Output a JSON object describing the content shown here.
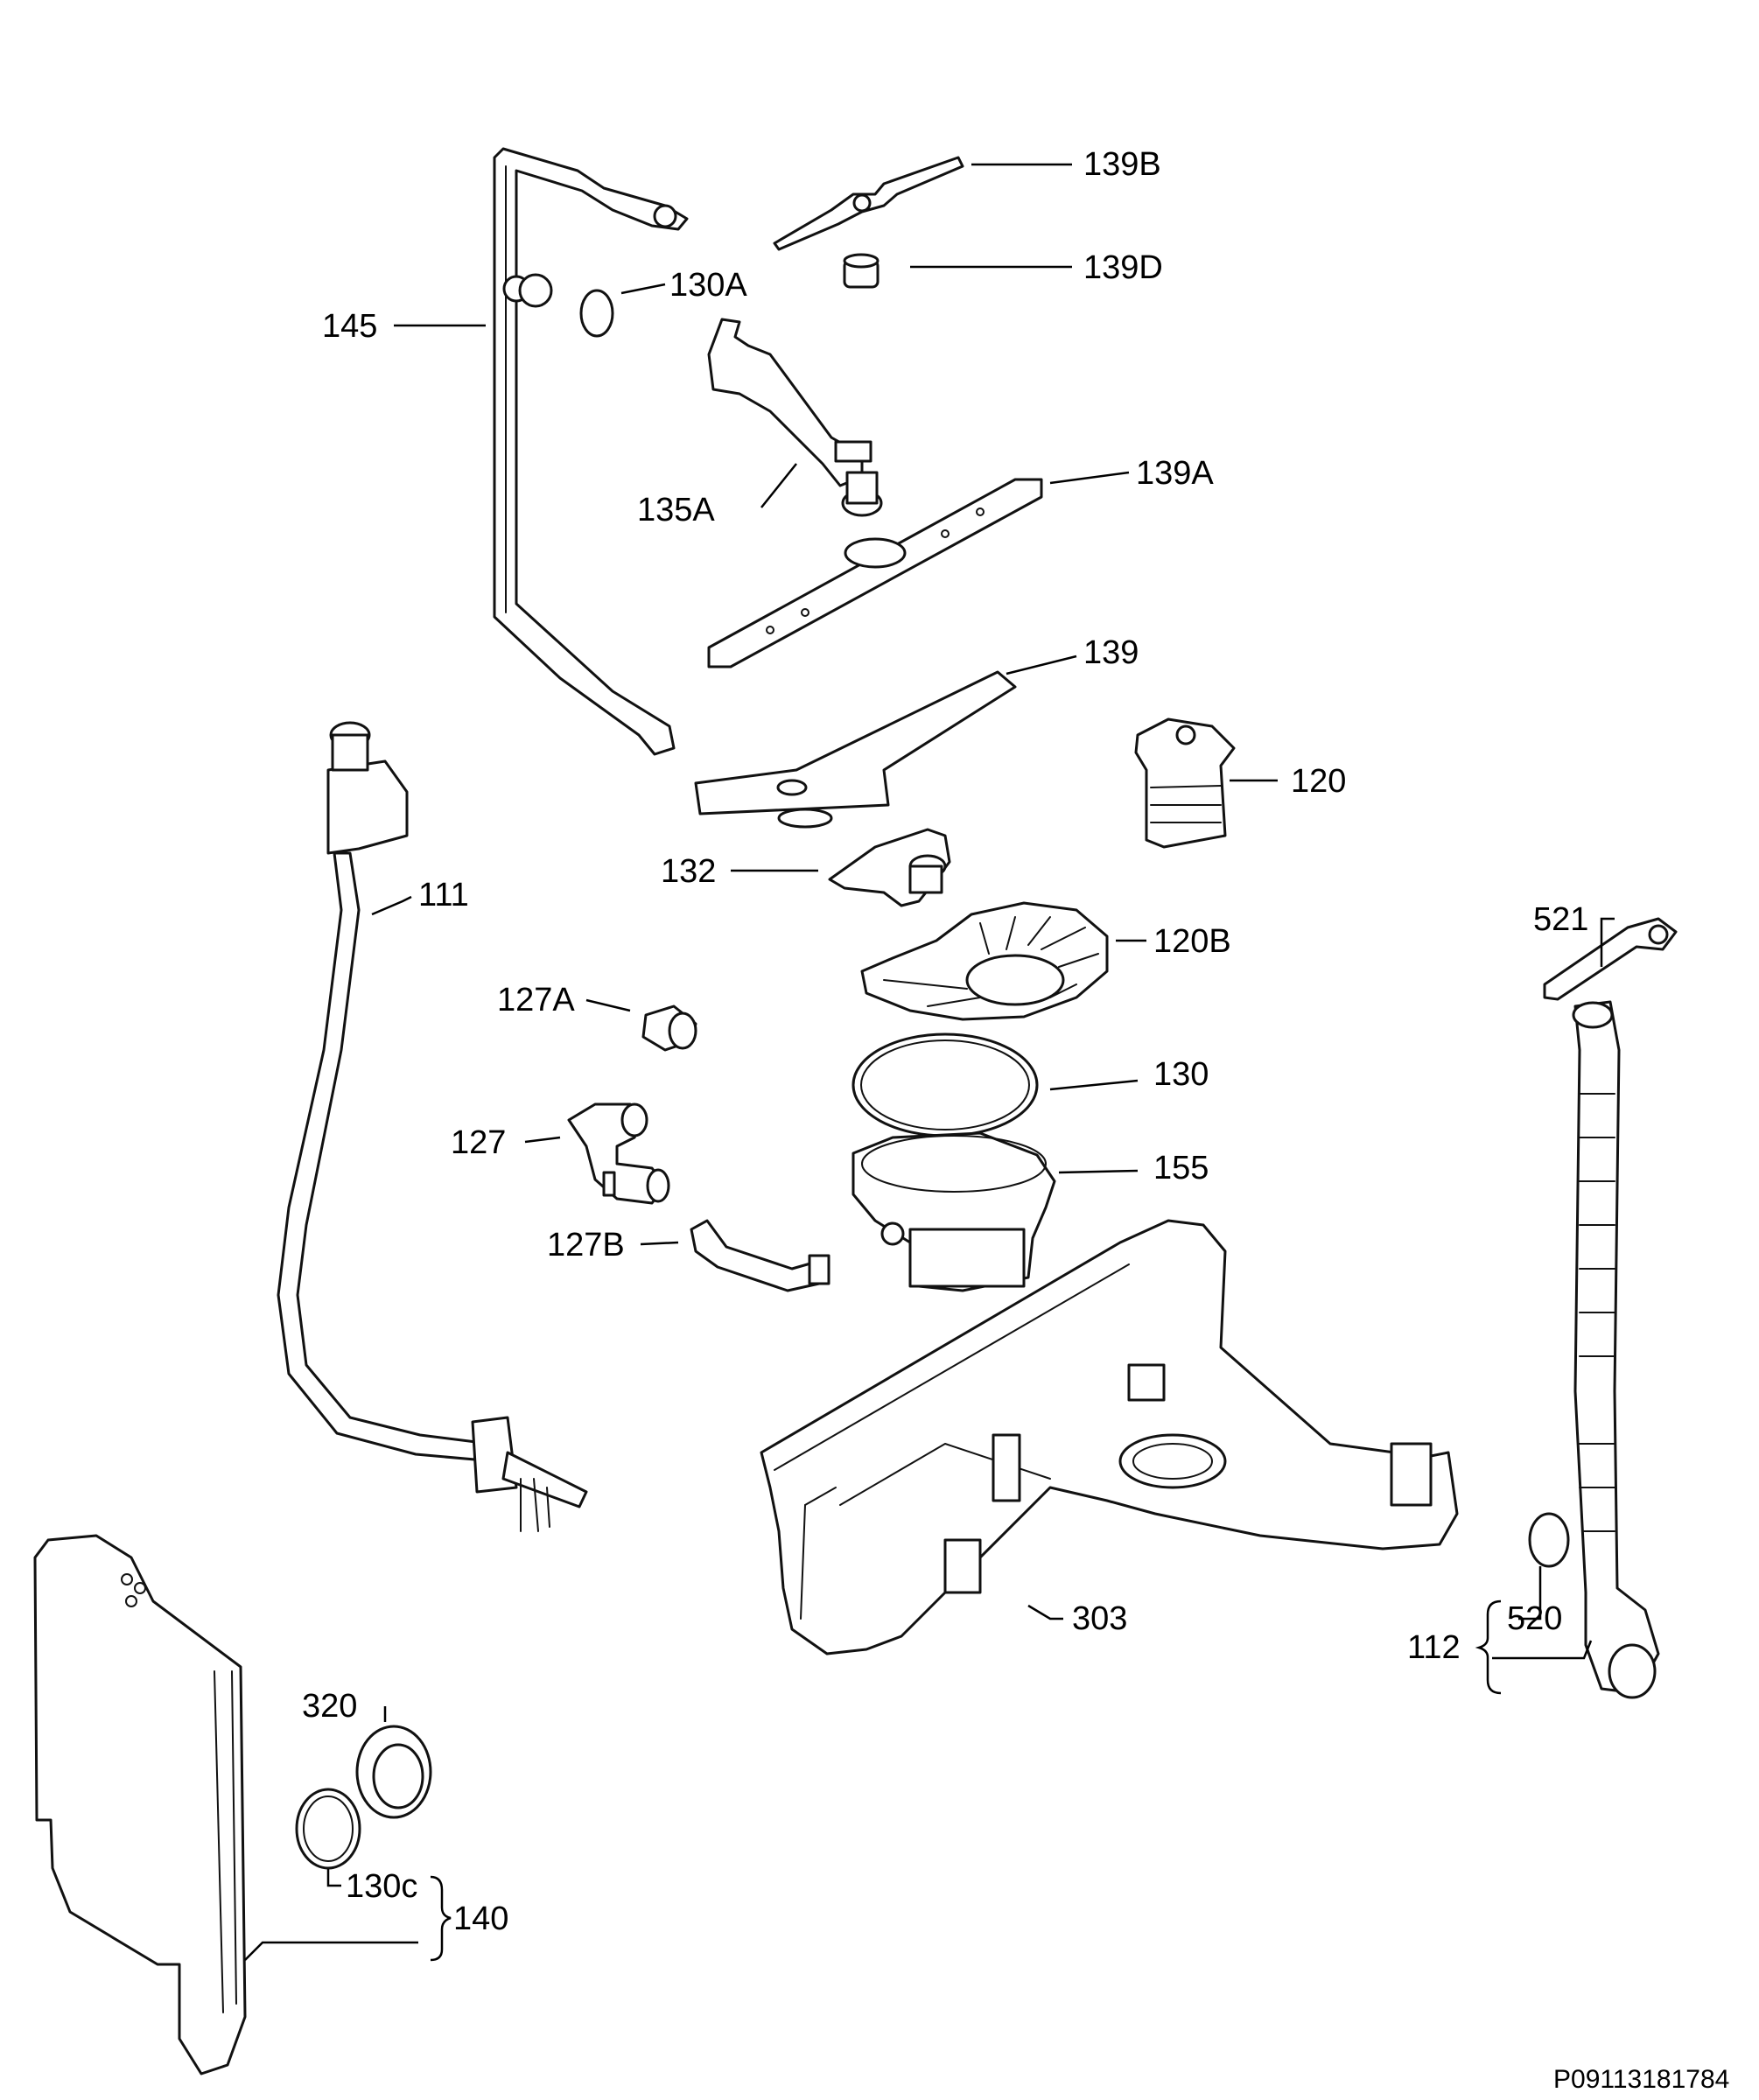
{
  "labels": {
    "p139B": "139B",
    "p139D": "139D",
    "p130A": "130A",
    "p145": "145",
    "p135A": "135A",
    "p139A": "139A",
    "p139": "139",
    "p120": "120",
    "p111": "111",
    "p132": "132",
    "p120B": "120B",
    "p521": "521",
    "p127A": "127A",
    "p130": "130",
    "p127": "127",
    "p155": "155",
    "p127B": "127B",
    "p303": "303",
    "p112": "112",
    "p520": "520",
    "p320": "320",
    "p130C": "130c",
    "p140": "140"
  },
  "document_code": "P09113181784"
}
